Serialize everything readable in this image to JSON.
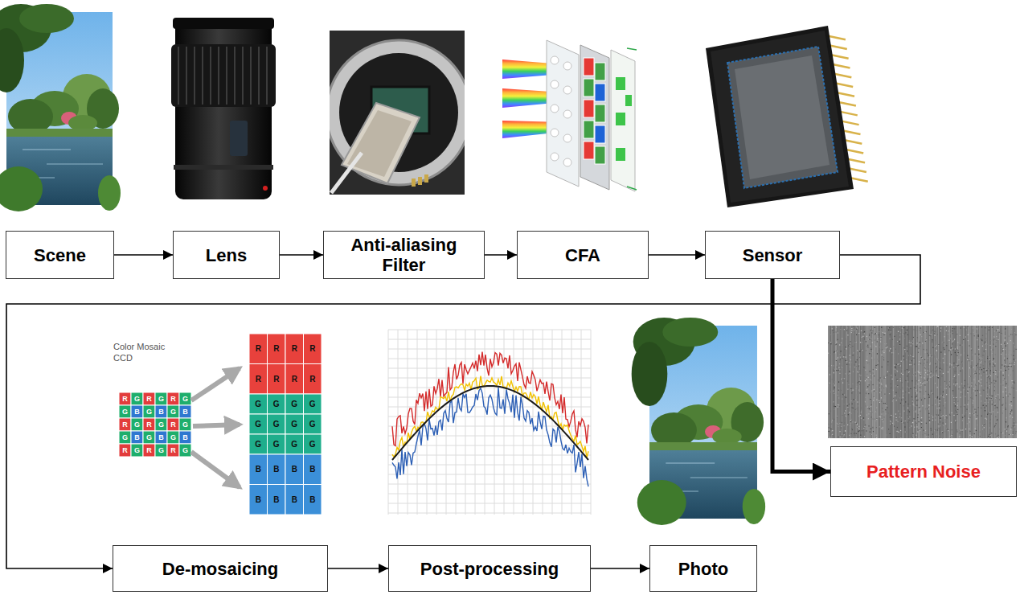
{
  "diagram": {
    "nodes": [
      {
        "text": [
          "Scene"
        ]
      },
      {
        "text": [
          "Lens"
        ]
      },
      {
        "text": [
          "Anti-aliasing Filter"
        ]
      },
      {
        "text": [
          "CFA"
        ]
      },
      {
        "text": [
          "Sensor"
        ]
      },
      {
        "text": [
          "De-mosaicing"
        ]
      },
      {
        "text": [
          "Post-processing"
        ]
      },
      {
        "text": [
          "Photo"
        ]
      },
      {
        "text": [
          "Pattern Noise"
        ]
      }
    ],
    "edges": [
      {
        "from": 0,
        "to": 1,
        "arrow": "to"
      },
      {
        "from": 1,
        "to": 2,
        "arrow": "to"
      },
      {
        "from": 2,
        "to": 3,
        "arrow": "to"
      },
      {
        "from": 3,
        "to": 4,
        "arrow": "to"
      },
      {
        "from": 4,
        "to": 5,
        "arrow": "to"
      },
      {
        "from": 5,
        "to": 6,
        "arrow": "to"
      },
      {
        "from": 6,
        "to": 7,
        "arrow": "to"
      },
      {
        "from": 4,
        "to": 8,
        "arrow": "to"
      }
    ],
    "labels": [
      "Color Mosaic",
      "CCD",
      "R",
      "G",
      "R",
      "G",
      "R",
      "G",
      "G",
      "B",
      "G",
      "B",
      "G",
      "B",
      "R",
      "G",
      "R",
      "G",
      "R",
      "G",
      "G",
      "B",
      "G",
      "B",
      "G",
      "B",
      "R",
      "G",
      "R",
      "G",
      "R",
      "G",
      "R",
      "R",
      "R",
      "R",
      "R",
      "R",
      "R",
      "R",
      "G",
      "G",
      "G",
      "G",
      "G",
      "G",
      "G",
      "G",
      "G",
      "G",
      "G",
      "G",
      "B",
      "B",
      "B",
      "B",
      "B",
      "B",
      "B",
      "B"
    ]
  }
}
